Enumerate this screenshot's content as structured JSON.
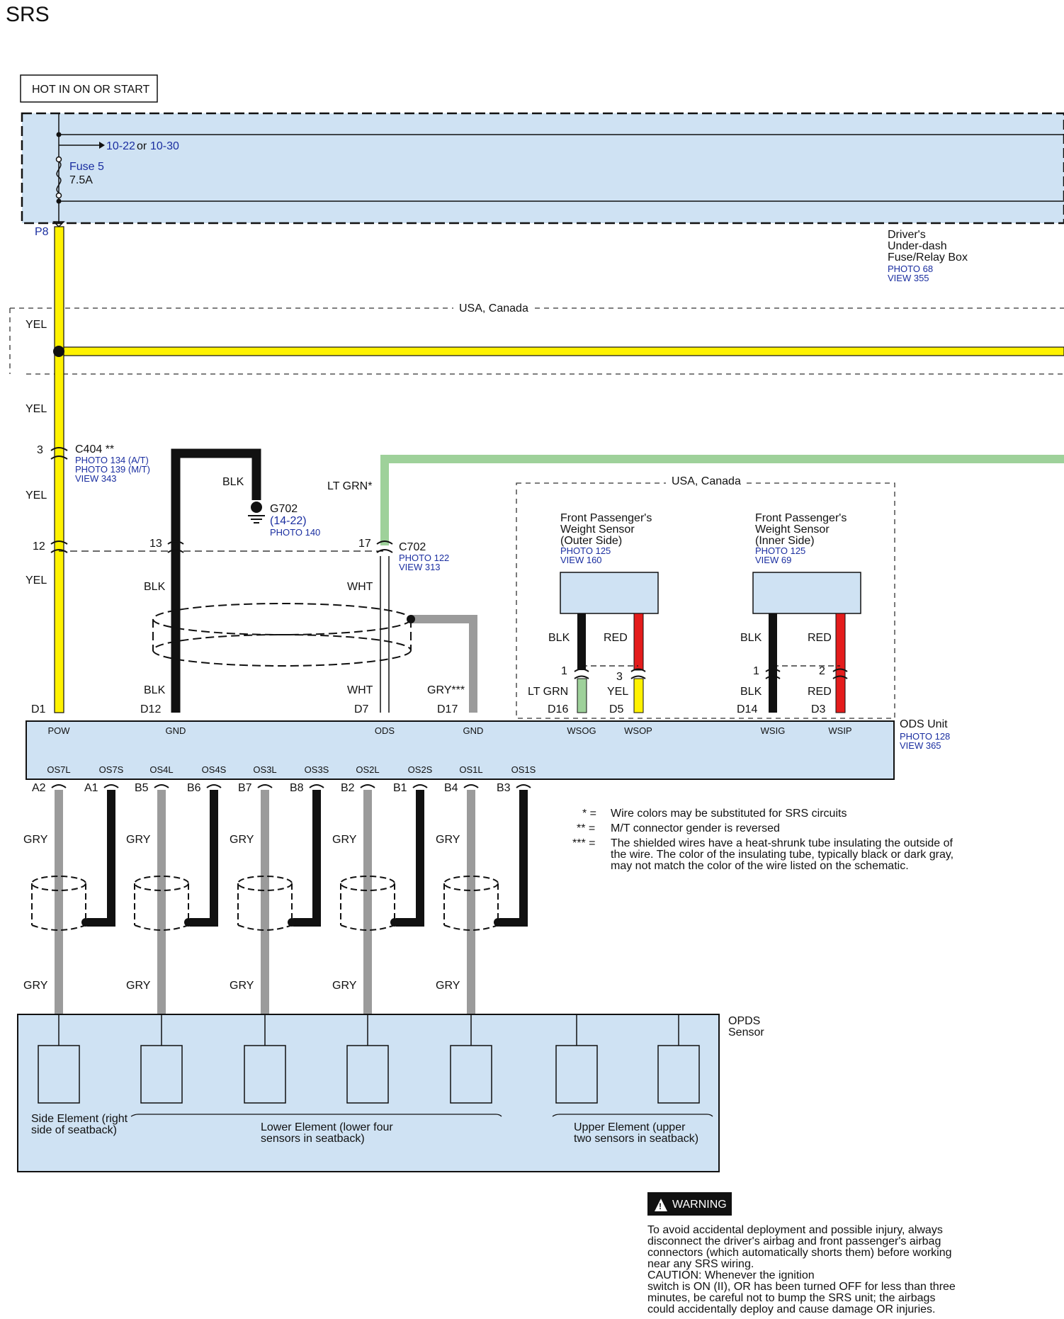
{
  "title": "SRS",
  "hot_label": "HOT IN ON OR START",
  "fuse_ref_a": "10-22",
  "fuse_ref_or": "or",
  "fuse_ref_b": "10-30",
  "fuse_name": "Fuse 5",
  "fuse_rating": "7.5A",
  "p8": "P8",
  "fusebox": {
    "line1": "Driver's",
    "line2": "Under-dash",
    "line3": "Fuse/Relay Box",
    "photo": "PHOTO 68",
    "view": "VIEW 355"
  },
  "usa_canada_top": "USA, Canada",
  "usa_canada_box": "USA, Canada",
  "wires": {
    "yel1": "YEL",
    "yel2": "YEL",
    "yel3": "YEL",
    "yel4": "YEL",
    "blk_g702": "BLK",
    "lt_grn_star": "LT GRN*",
    "blk_c702": "BLK",
    "wht_c702": "WHT",
    "blk_lower": "BLK",
    "wht_lower": "WHT",
    "gry_star3": "GRY***",
    "outer_blk": "BLK",
    "outer_red": "RED",
    "outer_ltgrn": "LT GRN",
    "outer_yel": "YEL",
    "inner_blk": "BLK",
    "inner_red": "RED",
    "inner_blk2": "BLK",
    "inner_red2": "RED"
  },
  "c404": {
    "name": "C404 **",
    "photo1": "PHOTO 134 (A/T)",
    "photo2": "PHOTO 139 (M/T)",
    "view": "VIEW 343",
    "pin3": "3",
    "pin12": "12"
  },
  "g702": {
    "name": "G702",
    "ref": "(14-22)",
    "photo": "PHOTO 140",
    "pin13": "13"
  },
  "c702": {
    "name": "C702",
    "photo": "PHOTO 122",
    "view": "VIEW 313",
    "pin17": "17"
  },
  "sensor_outer": {
    "l1": "Front Passenger's",
    "l2": "Weight Sensor",
    "l3": "(Outer Side)",
    "photo": "PHOTO 125",
    "view": "VIEW 160",
    "pin1": "1",
    "pin3": "3"
  },
  "sensor_inner": {
    "l1": "Front Passenger's",
    "l2": "Weight Sensor",
    "l3": "(Inner Side)",
    "photo": "PHOTO 125",
    "view": "VIEW 69",
    "pin1": "1",
    "pin2": "2"
  },
  "ods_pins_top": [
    "D1",
    "D12",
    "D7",
    "D17",
    "D16",
    "D5",
    "D14",
    "D3"
  ],
  "ods_terms_top": [
    "POW",
    "GND",
    "ODS",
    "GND",
    "WSOG",
    "WSOP",
    "WSIG",
    "WSIP"
  ],
  "ods_unit": {
    "name": "ODS Unit",
    "photo": "PHOTO 128",
    "view": "VIEW 365"
  },
  "ods_terms_bottom": [
    "OS7L",
    "OS7S",
    "OS4L",
    "OS4S",
    "OS3L",
    "OS3S",
    "OS2L",
    "OS2S",
    "OS1L",
    "OS1S"
  ],
  "ods_pins_bottom": [
    "A2",
    "A1",
    "B5",
    "B6",
    "B7",
    "B8",
    "B2",
    "B1",
    "B4",
    "B3"
  ],
  "gry_labels_upper": [
    "GRY",
    "GRY",
    "GRY",
    "GRY",
    "GRY"
  ],
  "gry_labels_lower": [
    "GRY",
    "GRY",
    "GRY",
    "GRY",
    "GRY"
  ],
  "notes": {
    "n1_mark": "* =",
    "n1": "Wire colors may be substituted for SRS circuits",
    "n2_mark": "** =",
    "n2": "M/T connector gender is reversed",
    "n3_mark": "*** =",
    "n3_l1": "The shielded wires have a heat-shrunk tube insulating the outside of",
    "n3_l2": "the wire. The color of the insulating tube, typically black or dark gray,",
    "n3_l3": "may not match the color of the wire listed on the schematic."
  },
  "opds": {
    "l1": "OPDS",
    "l2": "Sensor"
  },
  "groups": {
    "side_l1": "Side Element (right",
    "side_l2": "side of seatback)",
    "lower_l1": "Lower Element (lower four",
    "lower_l2": "sensors in seatback)",
    "upper_l1": "Upper Element (upper",
    "upper_l2": "two sensors in seatback)"
  },
  "warning": {
    "label": "WARNING",
    "lines": [
      "To avoid accidental deployment and possible injury, always",
      "disconnect the driver's airbag and front passenger's airbag",
      "connectors (which automatically shorts them) before working",
      "near any SRS wiring.",
      "CAUTION: Whenever the ignition",
      "switch is ON (II), OR has been turned OFF for less than three",
      "minutes, be careful not to bump the SRS unit; the airbags",
      "could accidentally deploy and cause damage OR injuries."
    ]
  },
  "colors": {
    "yellow": "#fff200",
    "box_fill": "#cfe2f3",
    "green": "#9ed19a",
    "gray": "#9b9b9b",
    "red": "#e41c1c"
  }
}
